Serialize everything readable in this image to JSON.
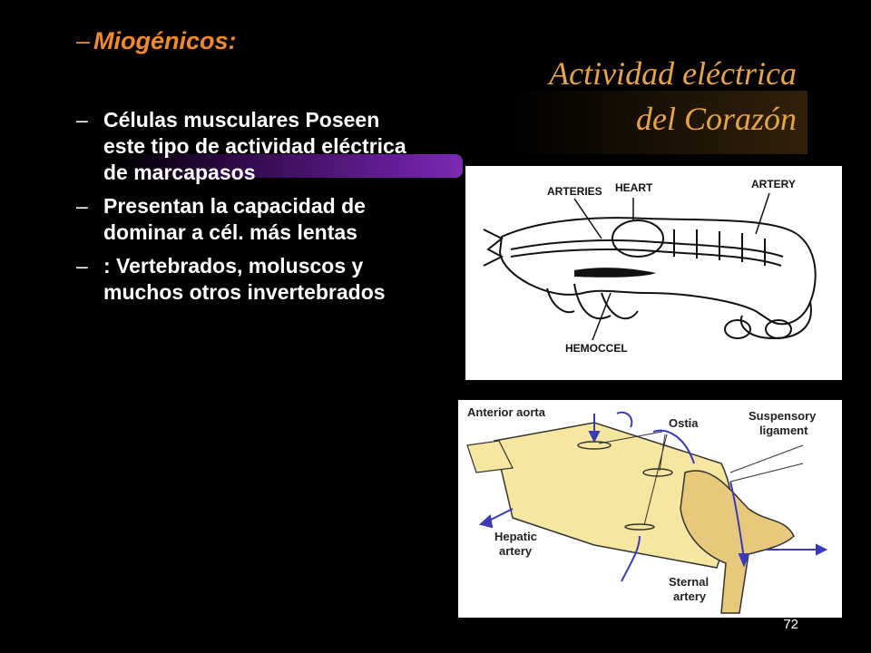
{
  "slide": {
    "heading_dash": "–",
    "heading": "Miogénicos:",
    "title_line1": "Actividad eléctrica",
    "title_line2": "del Corazón",
    "bullets": [
      {
        "dash": "–",
        "text": "Células musculares Poseen este tipo de actividad eléctrica  de marcapasos"
      },
      {
        "dash": "–",
        "text": "Presentan la capacidad de dominar a cél. más lentas"
      },
      {
        "dash": "–",
        "text": ": Vertebrados, moluscos y muchos otros invertebrados"
      }
    ],
    "page_number": "72"
  },
  "figure_top": {
    "labels": {
      "arteries": "ARTERIES",
      "heart": "HEART",
      "artery": "ARTERY",
      "hemocoel": "HEMOCCEL"
    }
  },
  "figure_bottom": {
    "labels": {
      "anterior_aorta": "Anterior aorta",
      "ostia": "Ostia",
      "suspensory1": "Suspensory",
      "suspensory2": "ligament",
      "hepatic1": "Hepatic",
      "hepatic2": "artery",
      "sternal1": "Sternal",
      "sternal2": "artery"
    }
  },
  "colors": {
    "background": "#000000",
    "title": "#e7a344",
    "heading": "#f08a2c",
    "text": "#ffffff",
    "heart_fill": "#f5e6a0",
    "arrow": "#3a3ab8"
  }
}
